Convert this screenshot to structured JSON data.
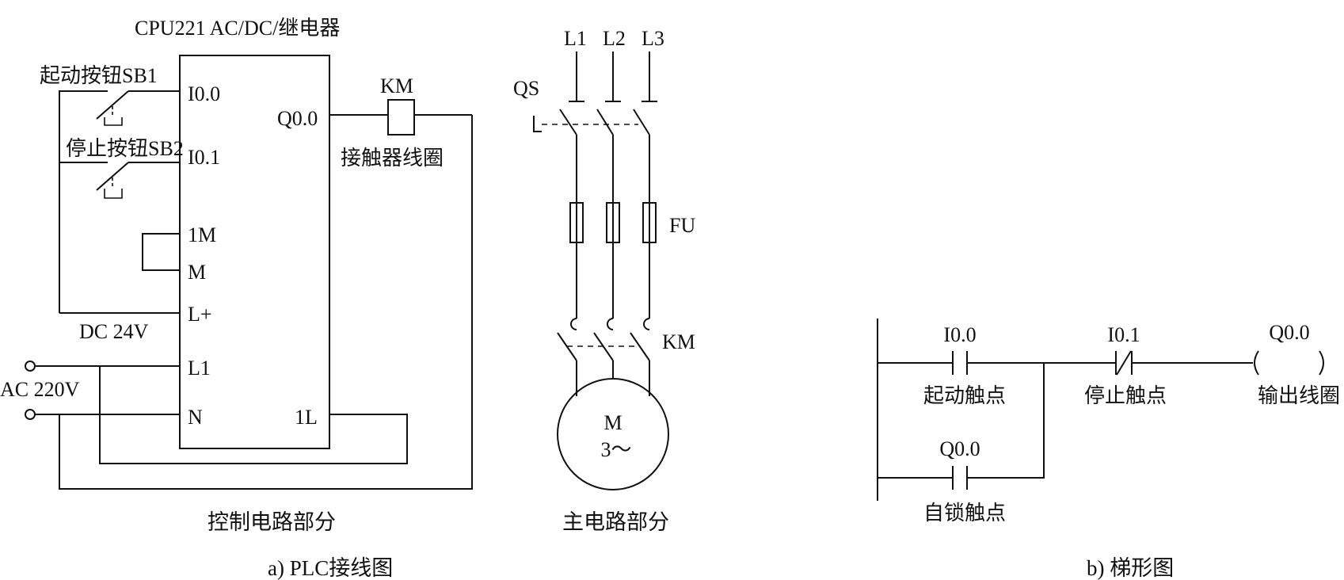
{
  "plc": {
    "title": "CPU221 AC/DC/继电器",
    "pins": {
      "i00": "I0.0",
      "i01": "I0.1",
      "m1": "1M",
      "m": "M",
      "lplus": "L+",
      "l1": "L1",
      "n": "N",
      "q00": "Q0.0",
      "l1out": "1L"
    },
    "start_button": "起动按钮SB1",
    "stop_button": "停止按钮SB2",
    "dc_label": "DC 24V",
    "ac_label": "AC 220V",
    "coil_tag": "KM",
    "coil_label": "接触器线圈",
    "section_label": "控制电路部分"
  },
  "main_circuit": {
    "phases": [
      "L1",
      "L2",
      "L3"
    ],
    "switch_label": "QS",
    "fuse_label": "FU",
    "contactor_label": "KM",
    "motor_line1": "M",
    "motor_line2": "3～",
    "section_label": "主电路部分"
  },
  "ladder": {
    "start_contact_addr": "I0.0",
    "start_contact_label": "起动触点",
    "stop_contact_addr": "I0.1",
    "stop_contact_label": "停止触点",
    "output_addr": "Q0.0",
    "output_label": "输出线圈",
    "seal_contact_addr": "Q0.0",
    "seal_contact_label": "自锁触点"
  },
  "captions": {
    "a": "a) PLC接线图",
    "b": "b) 梯形图"
  }
}
